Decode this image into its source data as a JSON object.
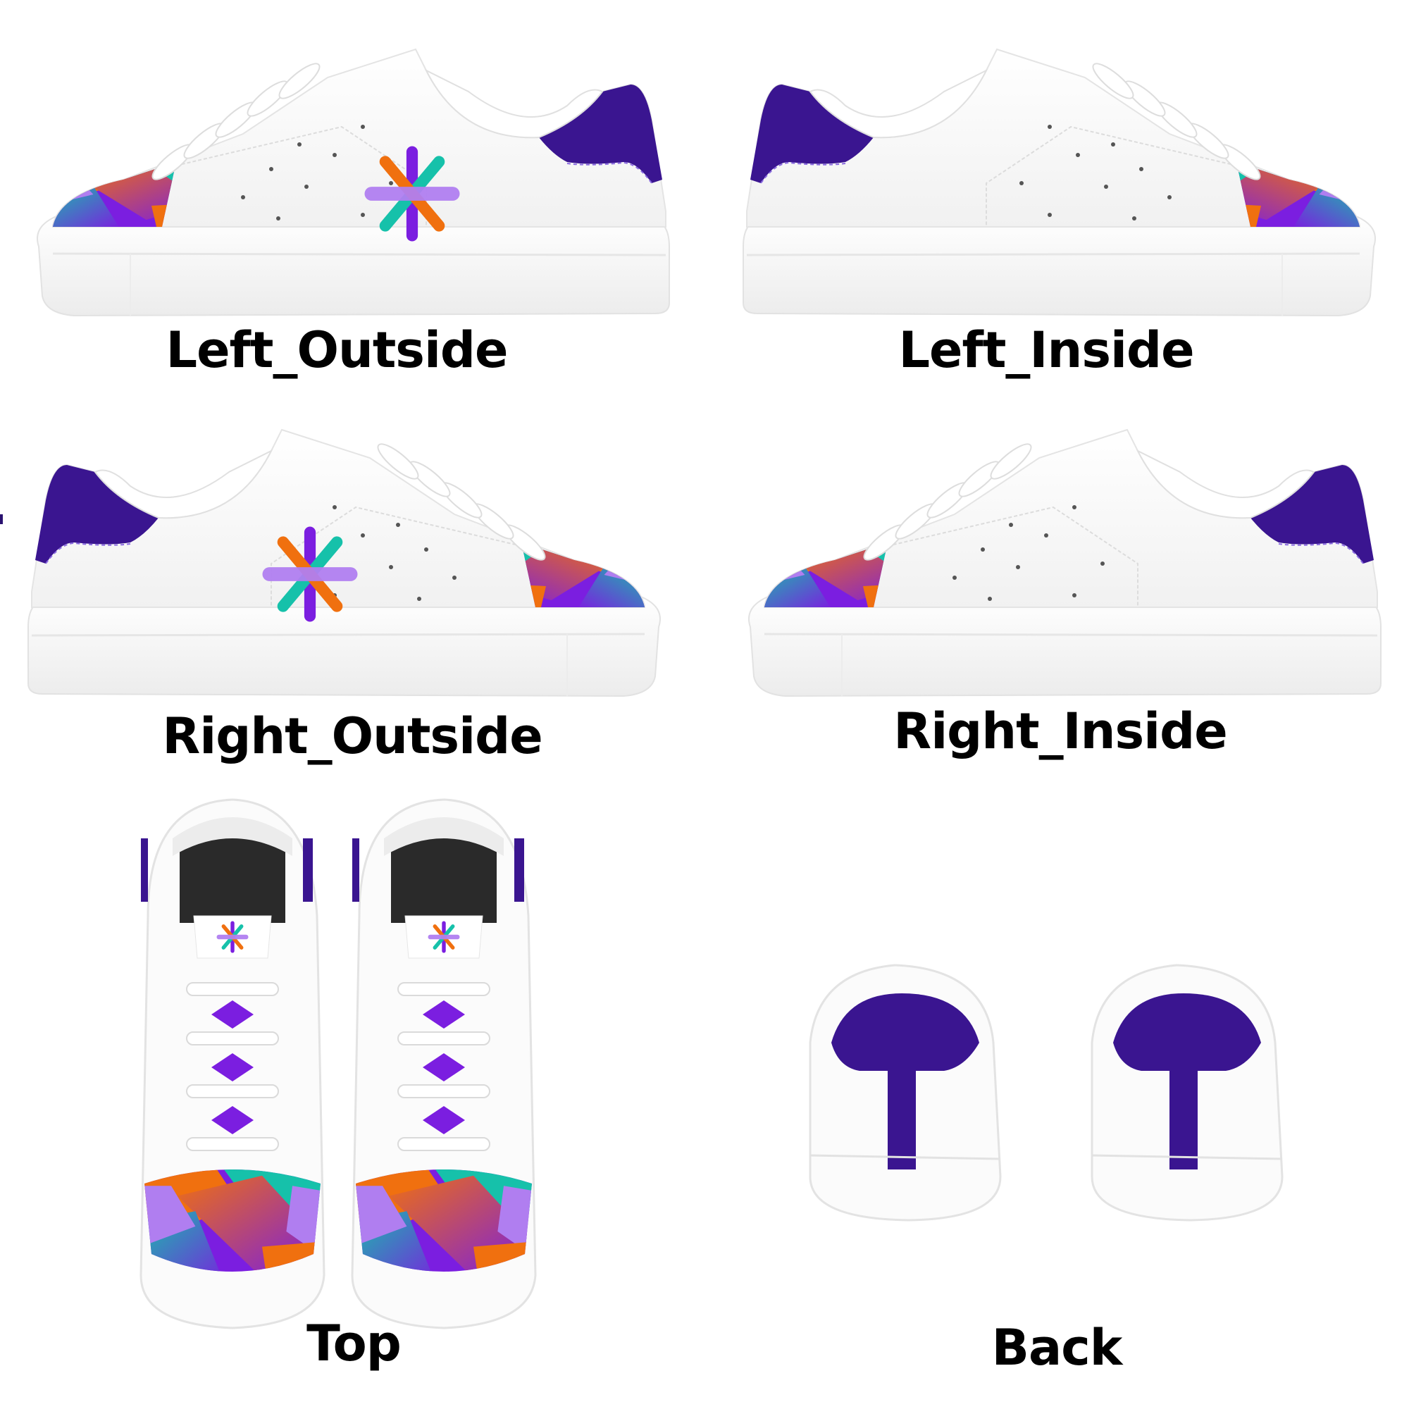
{
  "colors": {
    "background": "#ffffff",
    "heel": "#3a1590",
    "orange": "#f0700f",
    "purple": "#7b1ee0",
    "lavender": "#b07ef0",
    "teal": "#16c1aa",
    "shoe_white": "#f4f4f4",
    "sole": "#fbfbfb",
    "label": "#000000"
  },
  "views": [
    {
      "id": "left-outside",
      "label": "Left_Outside"
    },
    {
      "id": "left-inside",
      "label": "Left_Inside"
    },
    {
      "id": "right-outside",
      "label": "Right_Outside"
    },
    {
      "id": "right-inside",
      "label": "Right_Inside"
    },
    {
      "id": "top",
      "label": "Top"
    },
    {
      "id": "back",
      "label": "Back"
    }
  ],
  "logo": {
    "name": "asterisk-logo",
    "bars": [
      "orange",
      "purple",
      "lavender",
      "teal"
    ]
  }
}
